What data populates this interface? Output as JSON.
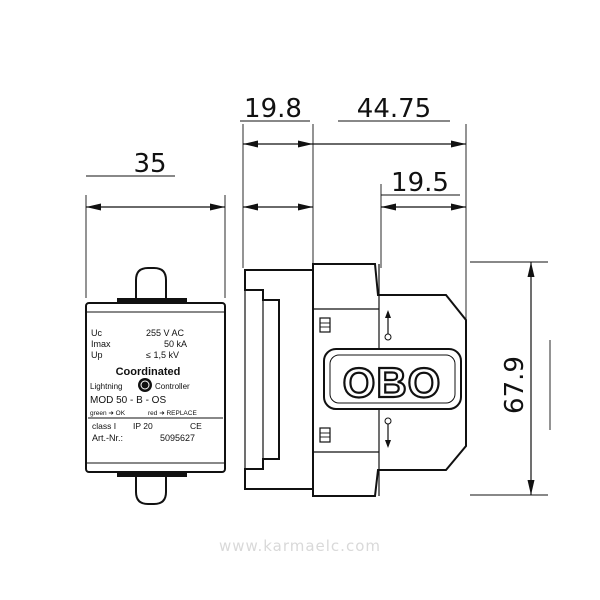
{
  "dimensions": {
    "width_left": "35",
    "offset_top": "19.8",
    "width_top": "44.75",
    "offset_right": "19.5",
    "height_right": "67.9"
  },
  "front_label": {
    "row1_label": "Uc",
    "row1_value": "255 V AC",
    "row2_label": "Imax",
    "row2_value": "50 kA",
    "row3_label": "Up",
    "row3_value": "≤ 1,5 kV",
    "coordinated": "Coordinated",
    "lightning": "Lightning",
    "controller": "Controller",
    "model": "MOD 50 - B - OS",
    "status_ok": "green ➜ OK",
    "status_replace": "red ➜ REPLACE",
    "class": "class I",
    "ip": "IP 20",
    "ce": "CE",
    "art_label": "Art.-Nr.:",
    "art_number": "5095627"
  },
  "side_view": {
    "brand": "OBO"
  },
  "watermark": "www.karmaelc.com",
  "colors": {
    "ink": "#111111",
    "watermark": "#d9d9d9"
  }
}
